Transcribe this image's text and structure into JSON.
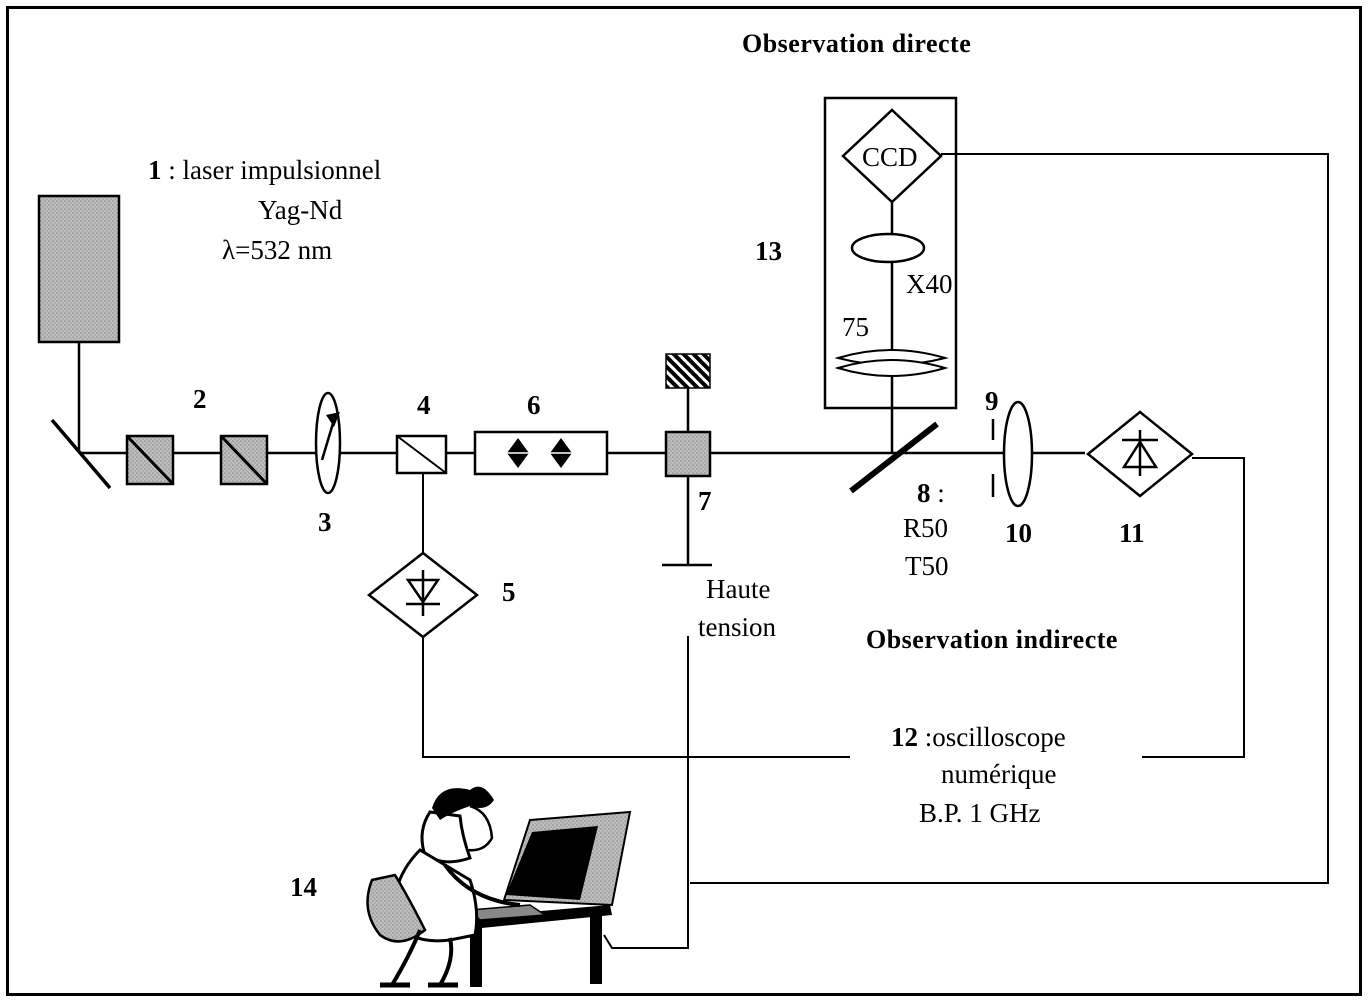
{
  "headers": {
    "direct": "Observation directe",
    "indirect": "Observation indirecte"
  },
  "laser": {
    "number": "1",
    "line1": " : laser impulsionnel",
    "line2": "Yag-Nd",
    "line3": "λ=532 nm"
  },
  "labels": {
    "n2": "2",
    "n3": "3",
    "n4": "4",
    "n5": "5",
    "n6": "6",
    "n7": "7",
    "haute": "Haute",
    "tension": "tension",
    "n8": "8",
    "n8_suffix": " :",
    "r50": "R50",
    "t50": "T50",
    "n9": "9",
    "n10": "10",
    "n11": "11",
    "n13": "13",
    "n14": "14",
    "ccd": "CCD",
    "x40": "X40",
    "f75": "75"
  },
  "oscilloscope": {
    "number": "12",
    "line1": " :oscilloscope",
    "line2": "numérique",
    "line3": "B.P. 1 GHz"
  }
}
